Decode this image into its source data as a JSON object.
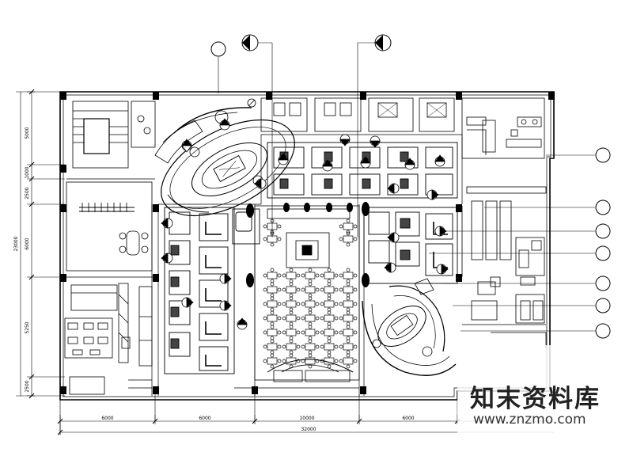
{
  "drawing": {
    "dims_vertical": [
      "5000",
      "1000",
      "2500",
      "6000",
      "5250",
      "2500"
    ],
    "dims_vertical_total": "23000",
    "dims_horizontal": [
      "6000",
      "6000",
      "10000",
      "6000"
    ],
    "dims_horizontal_total": "32000",
    "axis_markers_top": [
      "",
      ""
    ],
    "axis_markers_right": [
      "",
      "",
      "",
      "",
      "",
      ""
    ]
  },
  "watermark": {
    "text_cn": "知末资料库",
    "url": "www.znzmo.com"
  }
}
